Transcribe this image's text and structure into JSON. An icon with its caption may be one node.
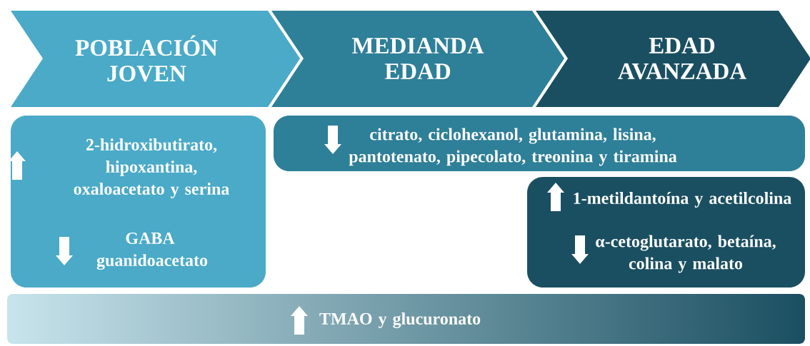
{
  "diagram": {
    "nodes": [
      {
        "text": [
          "POBLACIÓN JOVEN"
        ]
      },
      {
        "text": [
          "MEDIANDA EDAD"
        ]
      },
      {
        "text": [
          "EDAD AVANZADA"
        ]
      },
      {
        "text": [
          "2-hidroxibutirato, hipoxantina, oxaloacetato y serina",
          "GABA guanidoacetato"
        ]
      },
      {
        "text": [
          "citrato, ciclohexanol, glutamina, lisina, pantotenato, pipecolato, treonina y tiramina"
        ]
      },
      {
        "text": [
          "1-metildantoína y acetilcolina",
          "α-cetoglutarato, betaína, colina y malato"
        ]
      },
      {
        "text": [
          "TMAO y glucuronato"
        ]
      }
    ],
    "edges": []
  }
}
